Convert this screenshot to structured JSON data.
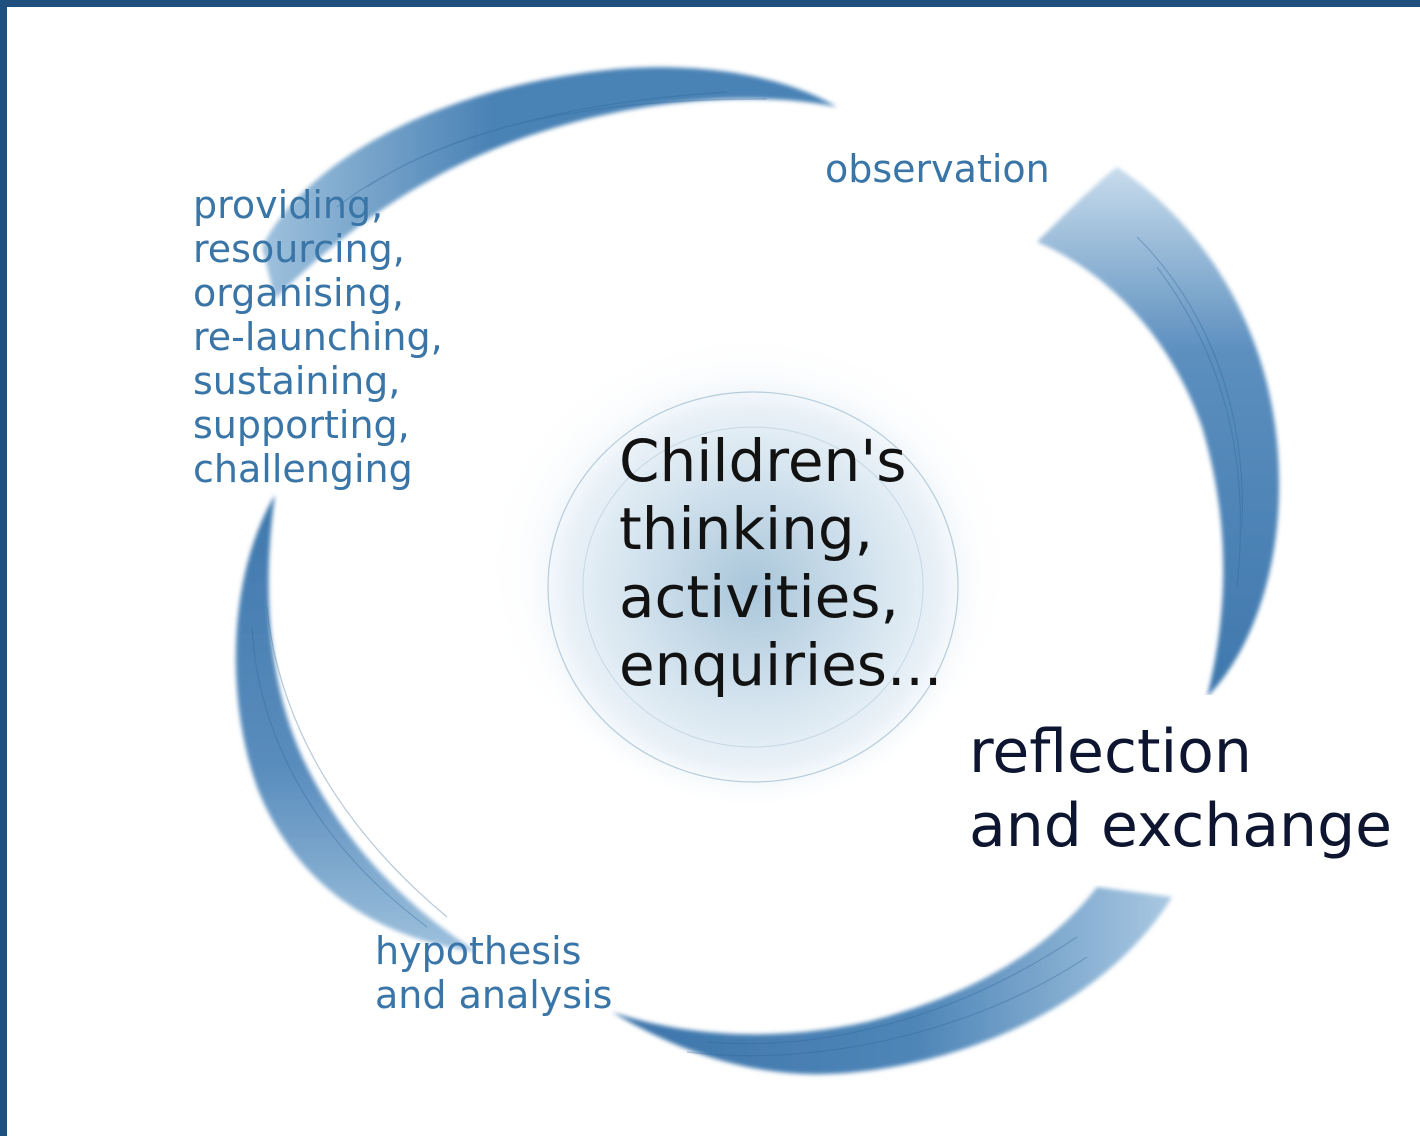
{
  "diagram": {
    "center": {
      "lines": [
        "Children's",
        "thinking,",
        "activities,",
        "enquiries..."
      ]
    },
    "labels": {
      "observation": "observation",
      "providing": {
        "lines": [
          "providing,",
          "resourcing,",
          "organising,",
          "re-launching,",
          "sustaining,",
          "supporting,",
          "challenging"
        ]
      },
      "hypothesis": {
        "lines": [
          "hypothesis",
          "and analysis"
        ]
      },
      "reflection": {
        "lines": [
          "reflection",
          "and exchange"
        ]
      }
    },
    "colors": {
      "frame": "#1e4f7d",
      "arc": "#4a82b5",
      "arc_light": "#9ec1dd",
      "label_blue": "#3a75a8",
      "center_text": "#121212",
      "reflection_text": "#0d1530"
    }
  }
}
